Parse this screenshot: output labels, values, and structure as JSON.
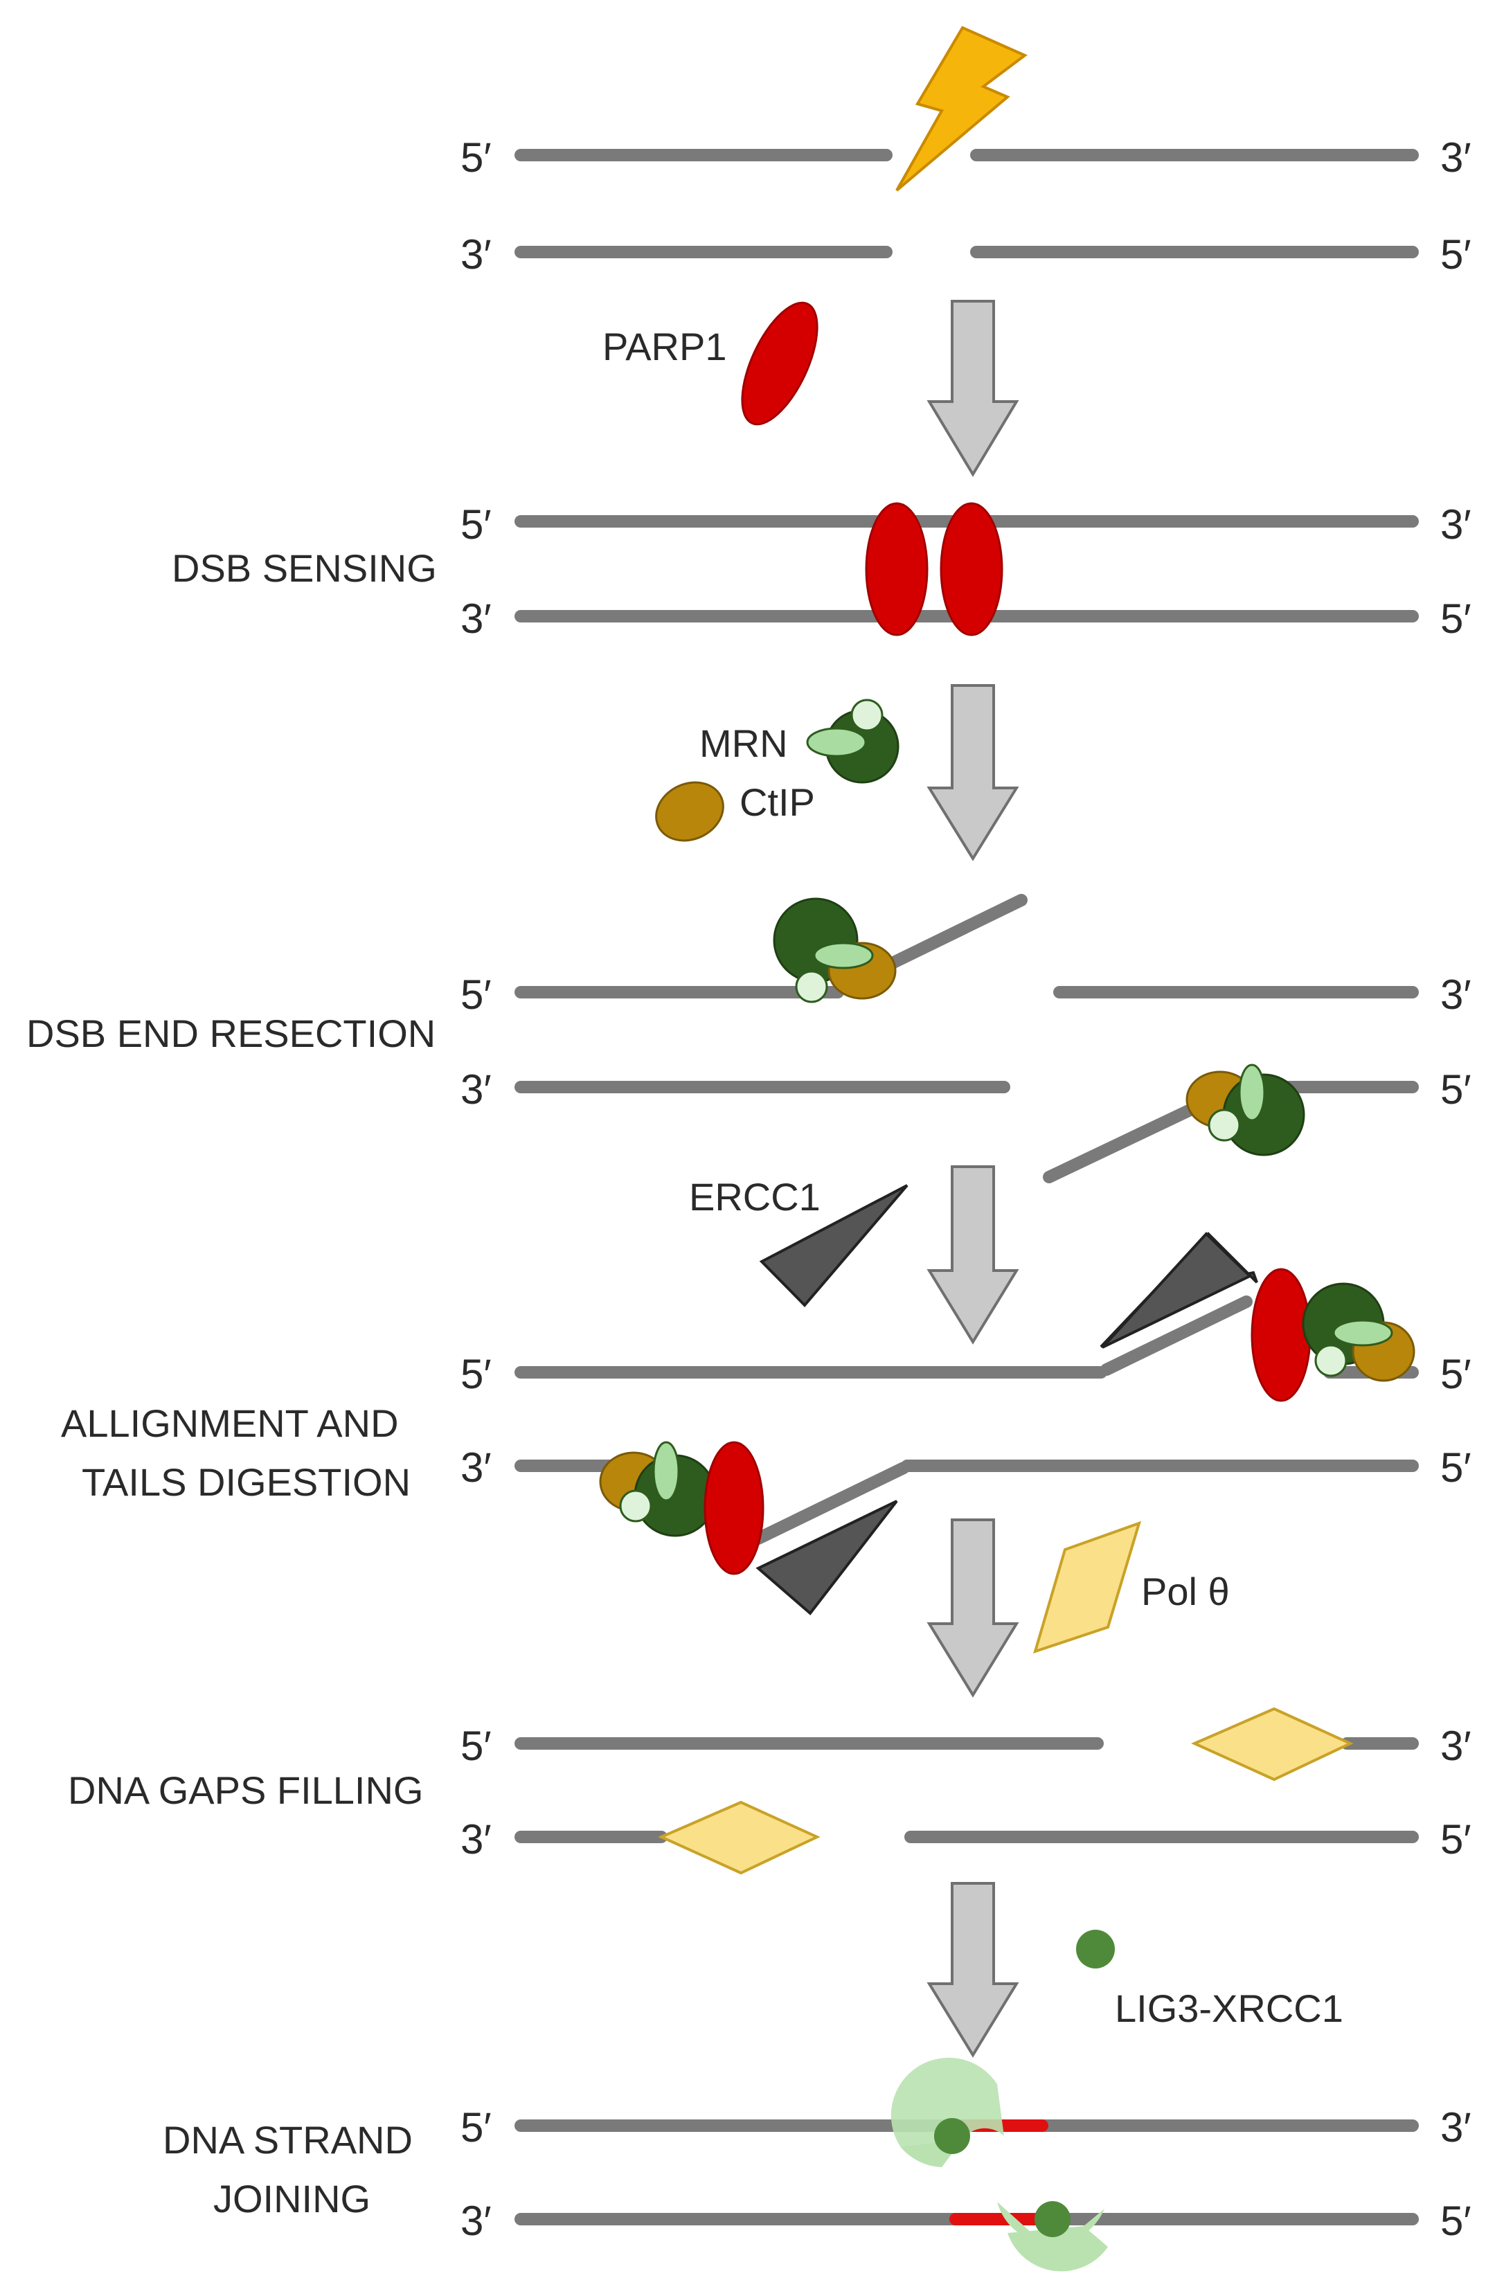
{
  "ends": {
    "five_prime": "5′",
    "three_prime": "3′"
  },
  "steps": {
    "dsb_sensing": "DSB SENSING",
    "end_resection": "DSB END RESECTION",
    "alignment_line1": "ALLIGNMENT AND",
    "alignment_line2": "TAILS DIGESTION",
    "gaps_filling": "DNA GAPS FILLING",
    "joining_line1": "DNA STRAND",
    "joining_line2": "JOINING"
  },
  "proteins": {
    "parp1": "PARP1",
    "mrn": "MRN",
    "ctip": "CtIP",
    "ercc1": "ERCC1",
    "pol_theta": "Pol θ",
    "lig3_xrcc1": "LIG3-XRCC1"
  },
  "colors": {
    "strand": "#7a7a7a",
    "arrow": "#c9c9c9",
    "parp1": "#d40000",
    "mrn": "#2e5c1e",
    "ctip": "#b8860b",
    "ercc1": "#555555",
    "pol_theta": "#fbe08a",
    "lig3_xrcc1": "#b9e2b0",
    "joined_segment": "#e01010",
    "damage_bolt": "#f5b50a"
  },
  "icons": [
    "lightning-bolt-icon",
    "parp1-icon",
    "mrn-icon",
    "ctip-icon",
    "ercc1-icon",
    "pol-theta-icon",
    "lig3-xrcc1-icon"
  ]
}
